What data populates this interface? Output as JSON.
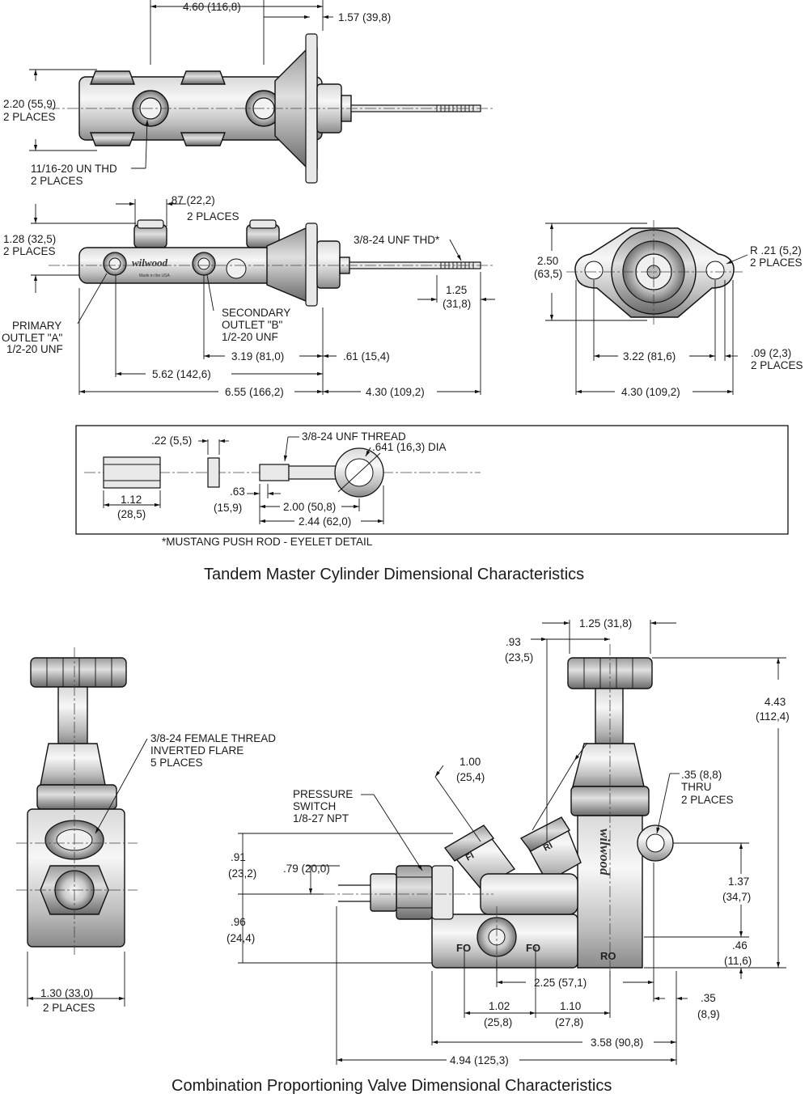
{
  "top_view": {
    "dim_length_top": "4.60 (116,8)",
    "dim_flange": "1.57 (39,8)",
    "dim_width": "2.20 (55,9)",
    "dim_width_places": "2 PLACES",
    "port_thread": "11/16-20 UN THD",
    "port_thread_places": "2 PLACES"
  },
  "side_view": {
    "dim_port_spacing": ".87 (22,2)",
    "dim_port_places": "2 PLACES",
    "dim_height": "1.28 (32,5)",
    "dim_height_places": "2 PLACES",
    "rod_thread": "3/8-24 UNF THD*",
    "rod_length": "1.25",
    "rod_length_mm": "(31,8)",
    "primary_outlet": [
      "PRIMARY",
      "OUTLET \"A\"",
      "1/2-20 UNF"
    ],
    "secondary_outlet": [
      "SECONDARY",
      "OUTLET \"B\"",
      "1/2-20 UNF"
    ],
    "dim_outlets": "3.19 (81,0)",
    "dim_flange_gap": ".61 (15,4)",
    "dim_front": "5.62 (142,6)",
    "dim_overall": "6.55 (166,2)",
    "dim_rod": "4.30 (109,2)",
    "logo": "wilwood",
    "logo_sub": "Made in the USA"
  },
  "end_view": {
    "dim_height": "2.50",
    "dim_height_mm": "(63,5)",
    "radius": "R .21 (5,2)",
    "radius_places": "2 PLACES",
    "dim_bolt": "3.22 (81,6)",
    "dim_ear": ".09 (2,3)",
    "dim_ear_places": "2 PLACES",
    "dim_width": "4.30 (109,2)"
  },
  "eyelet_detail": {
    "nut_thk": ".22 (5,5)",
    "thread": "3/8-24 UNF THREAD",
    "eye_dia": ".641 (16,3) DIA",
    "coupler_len": "1.12",
    "coupler_len_mm": "(28,5)",
    "shank": ".63",
    "shank_mm": "(15,9)",
    "eye_ctr": "2.00 (50,8)",
    "overall": "2.44 (62,0)",
    "caption": "*MUSTANG PUSH ROD - EYELET DETAIL"
  },
  "caption_top": "Tandem Master Cylinder Dimensional Characteristics",
  "valve_side": {
    "thread_note": [
      "3/8-24 FEMALE THREAD",
      "INVERTED FLARE",
      "5 PLACES"
    ],
    "dim_width": "1.30 (33,0)",
    "dim_places": "2 PLACES"
  },
  "valve_front": {
    "dim_knob": "1.25 (31,8)",
    "dim_knob_off": ".93",
    "dim_knob_off_mm": "(23,5)",
    "dim_height": "4.43",
    "dim_height_mm": "(112,4)",
    "dim_ports": "1.00",
    "dim_ports_mm": "(25,4)",
    "switch": [
      "PRESSURE",
      "SWITCH",
      "1/8-27 NPT"
    ],
    "mount_hole": [
      ".35 (8,8)",
      "THRU",
      "2 PLACES"
    ],
    "dim_up": ".91",
    "dim_up_mm": "(23,2)",
    "dim_switch": ".79 (20,0)",
    "dim_down": ".96",
    "dim_down_mm": "(24,4)",
    "dim_holes": "1.37",
    "dim_holes_mm": "(34,7)",
    "dim_bottom": ".46",
    "dim_bottom_mm": "(11,6)",
    "dim_fo": "2.25 (57,1)",
    "dim_edge": ".35",
    "dim_edge_mm": "(8,9)",
    "dim_fo1": "1.02",
    "dim_fo1_mm": "(25,8)",
    "dim_fo2": "1.10",
    "dim_fo2_mm": "(27,8)",
    "dim_358": "3.58 (90,8)",
    "dim_494": "4.94 (125,3)",
    "port_fi": "FI",
    "port_ri": "RI",
    "port_fo": "FO",
    "port_ro": "RO",
    "logo": "wilwood"
  },
  "caption_bottom": "Combination Proportioning Valve Dimensional Characteristics"
}
